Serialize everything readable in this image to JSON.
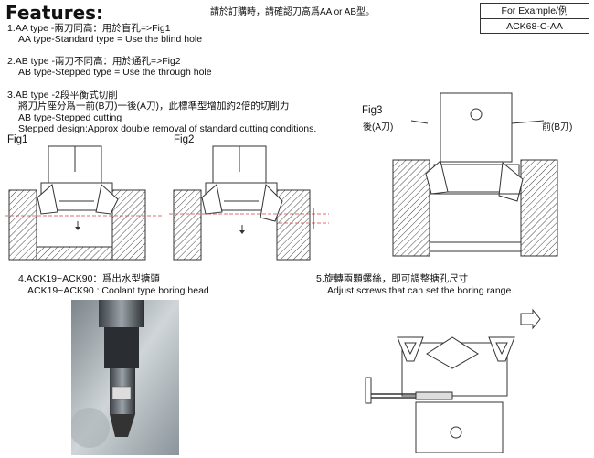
{
  "header": {
    "title": "Features:",
    "notice": "請於訂購時，請確認刀高爲AA or AB型。",
    "example_label": "For Example/例",
    "example_code": "ACK68-C-AA"
  },
  "features": {
    "aa": {
      "zh": "1.AA type -兩刀同高：用於盲孔=>Fig1",
      "en": "AA type-Standard type = Use the blind hole"
    },
    "ab": {
      "zh": "2.AB type -兩刀不同高：用於通孔=>Fig2",
      "en": "AB type-Stepped type = Use the through hole"
    },
    "ab2": {
      "zh1": "3.AB type -2段平衡式切削",
      "zh2": "將刀片座分爲一前(B刀)一後(A刀)，此標準型增加約2倍的切削力",
      "en1": "AB type-Stepped cutting",
      "en2": "Stepped design:Approx double removal of standard cutting conditions."
    }
  },
  "figures": {
    "fig1": "Fig1",
    "fig2": "Fig2",
    "fig3": "Fig3",
    "rear_label": "後(A刀)",
    "front_label": "前(B刀)"
  },
  "section4": {
    "zh": "4.ACK19~ACK90：爲出水型搪頭",
    "en": "ACK19~ACK90 : Coolant type boring head"
  },
  "section5": {
    "zh": "5.旋轉兩顆螺絲，即可調整搪孔尺寸",
    "en": "Adjust screws that can set the boring range."
  }
}
